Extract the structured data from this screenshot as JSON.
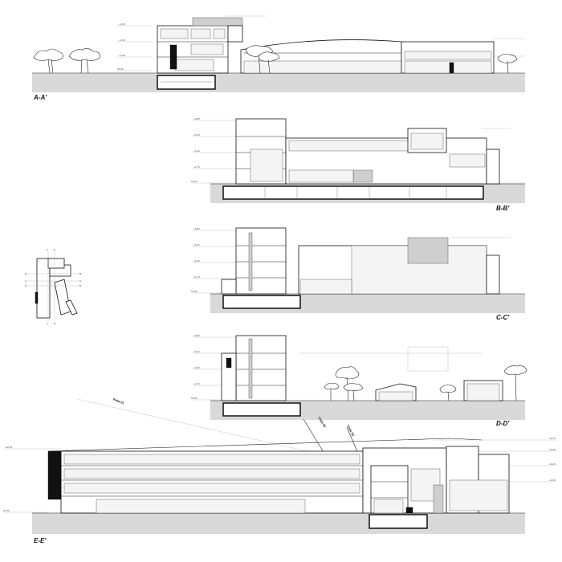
{
  "drawing": {
    "sections": [
      {
        "id": "a",
        "label": "A-A'"
      },
      {
        "id": "b",
        "label": "B-B'"
      },
      {
        "id": "c",
        "label": "C-C'"
      },
      {
        "id": "d",
        "label": "D-D'"
      },
      {
        "id": "e",
        "label": "E-E'"
      }
    ],
    "key_plan": {
      "markers": [
        "A",
        "A'",
        "B",
        "B'",
        "C",
        "C'",
        "D",
        "D'",
        "E",
        "E'"
      ]
    },
    "colors": {
      "ground": "#d9d9d9",
      "line": "#222222",
      "cut": "#000000"
    }
  }
}
